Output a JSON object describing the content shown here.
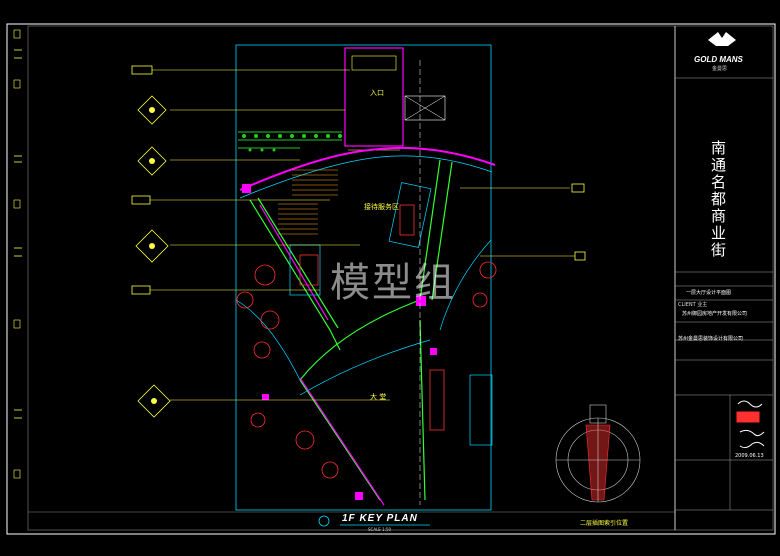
{
  "sheet": {
    "entrance_label": "入口",
    "reception_label": "接待服务区",
    "hall_label": "大 堂",
    "watermark": "模型组",
    "plan_title": "1F KEY PLAN",
    "plan_subtitle": "SCALE 1:50",
    "plan_note": "二层插图索引位置"
  },
  "title_block": {
    "brand": "GOLD MANS",
    "brand_sub": "金曼思",
    "project_name": "南通名都商业街",
    "drawing_title": "一层大厅设计平面图",
    "client_label": "CLIENT 业主",
    "client": "苏州御园房地产开发有限公司",
    "designer": "苏州金曼思装饰设计有限公司",
    "date": "2009.06.13"
  },
  "colors": {
    "background": "#000000",
    "frame": "#ffffff",
    "wall_cyan": "#00d8ff",
    "wall_green": "#30ff30",
    "highlight_magenta": "#ff00ff",
    "furniture_red": "#ff3030",
    "annotation_yellow": "#ffff40"
  }
}
